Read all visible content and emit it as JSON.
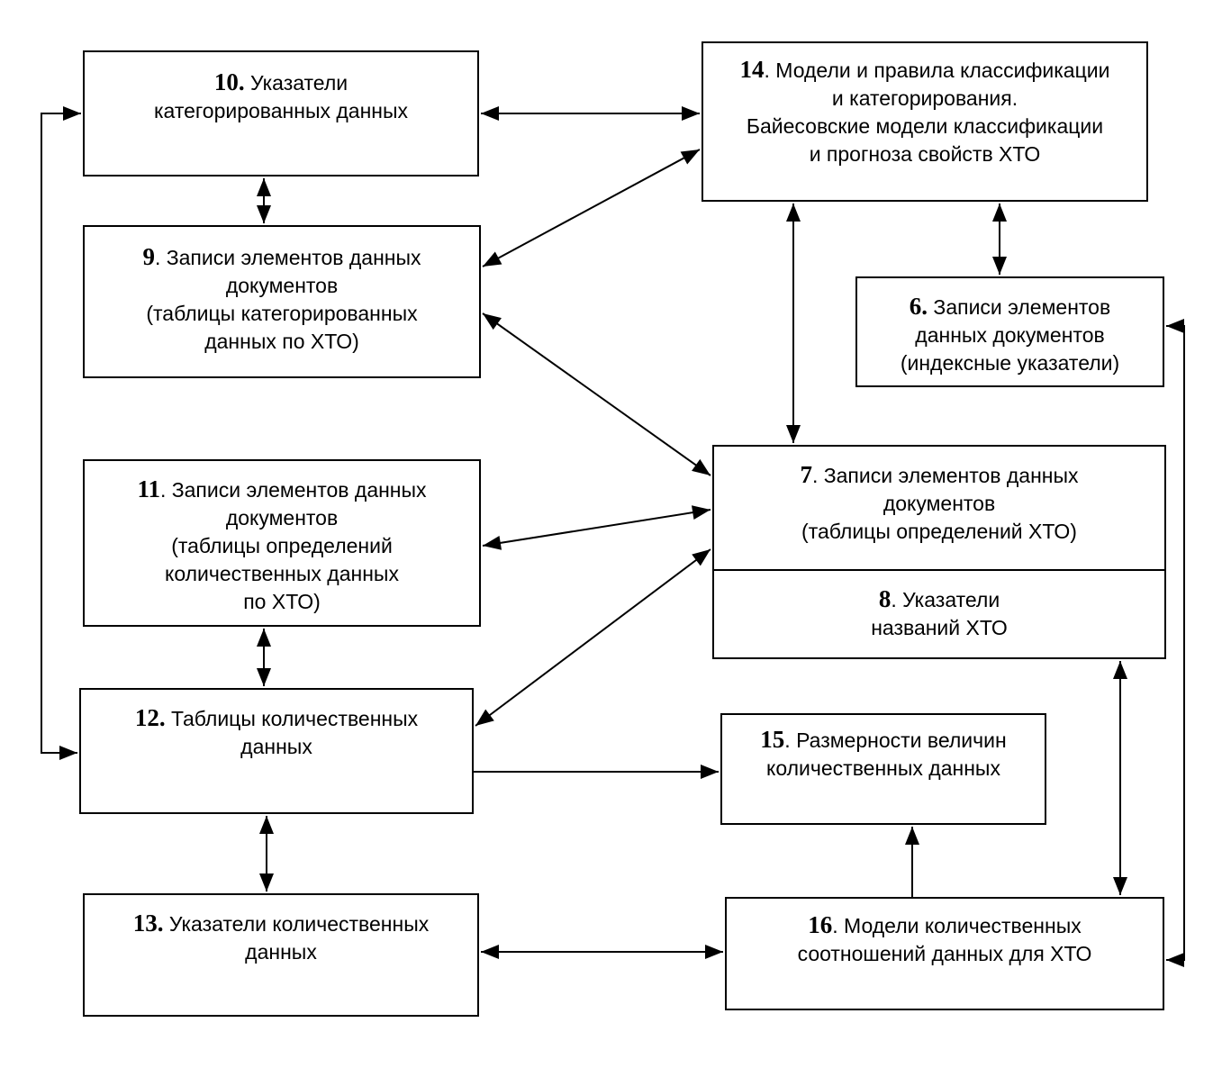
{
  "boxes": {
    "b10": {
      "num": "10.",
      "lines": [
        " Указатели",
        "категорированных данных"
      ]
    },
    "b9": {
      "num": "9",
      "lines": [
        ". Записи элементов данных",
        "документов",
        "(таблицы категорированных",
        "данных по ХТО)"
      ]
    },
    "b11": {
      "num": "11",
      "lines": [
        ". Записи элементов данных",
        "документов",
        "(таблицы определений",
        "количественных данных",
        "по ХТО)"
      ]
    },
    "b12": {
      "num": "12.",
      "lines": [
        " Таблицы количественных",
        "данных"
      ]
    },
    "b13": {
      "num": "13.",
      "lines": [
        " Указатели количественных",
        "данных"
      ]
    },
    "b14": {
      "num": "14",
      "lines": [
        ". Модели и правила классификации",
        "и категорирования.",
        "Байесовские модели классификации",
        "и прогноза свойств ХТО"
      ]
    },
    "b6": {
      "num": "6.",
      "lines": [
        " Записи элементов",
        "данных документов",
        "(индексные указатели)"
      ]
    },
    "b7": {
      "num": "7",
      "lines": [
        ". Записи элементов данных",
        "документов",
        "(таблицы определений ХТО)"
      ]
    },
    "b8": {
      "num": "8",
      "lines": [
        ". Указатели",
        "названий ХТО"
      ]
    },
    "b15": {
      "num": "15",
      "lines": [
        ". Размерности величин",
        "количественных данных"
      ]
    },
    "b16": {
      "num": "16",
      "lines": [
        ". Модели количественных",
        "соотношений данных для ХТО"
      ]
    }
  }
}
